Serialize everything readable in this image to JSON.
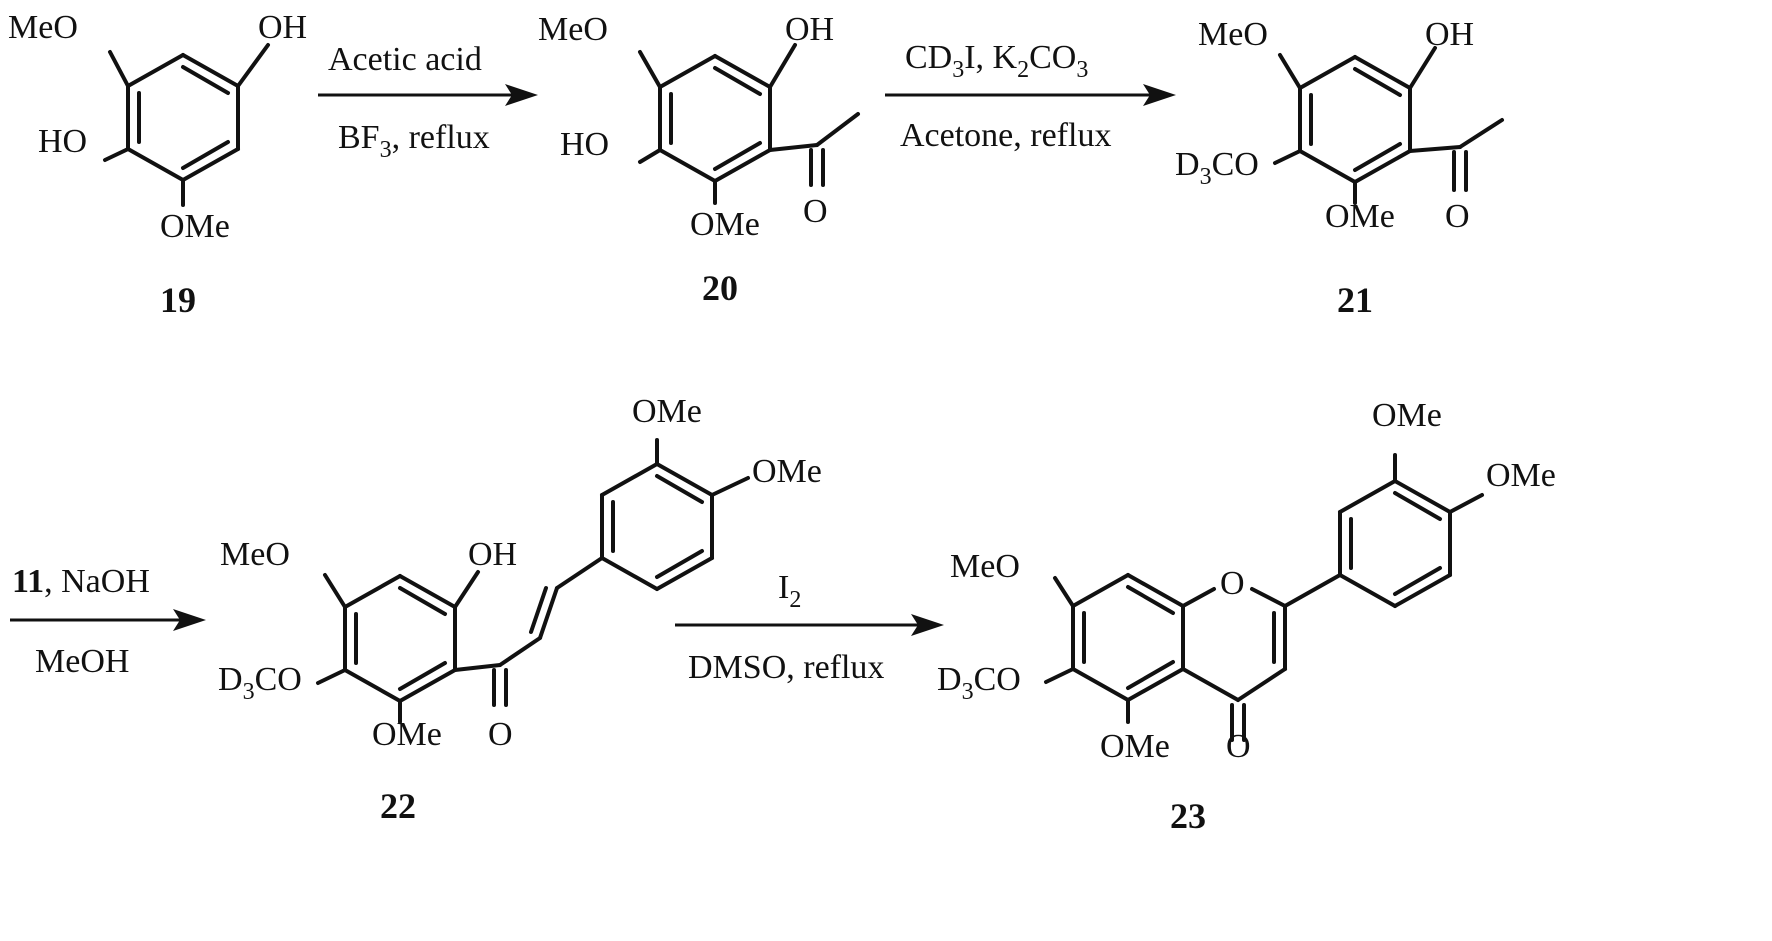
{
  "compounds": {
    "c19": {
      "number": "19",
      "labels": {
        "meo": "MeO",
        "oh": "OH",
        "ho": "HO",
        "ome": "OMe"
      }
    },
    "c20": {
      "number": "20",
      "labels": {
        "meo": "MeO",
        "oh": "OH",
        "ho": "HO",
        "ome": "OMe",
        "o": "O"
      }
    },
    "c21": {
      "number": "21",
      "labels": {
        "meo": "MeO",
        "oh": "OH",
        "d3co_d": "D",
        "d3co_sub": "3",
        "d3co_co": "CO",
        "ome": "OMe",
        "o": "O"
      }
    },
    "c22": {
      "number": "22",
      "labels": {
        "meo": "MeO",
        "oh": "OH",
        "d3co_d": "D",
        "d3co_sub": "3",
        "d3co_co": "CO",
        "ome": "OMe",
        "o": "O",
        "ome_a": "OMe",
        "ome_b": "OMe"
      }
    },
    "c23": {
      "number": "23",
      "labels": {
        "meo": "MeO",
        "ring_o": "O",
        "d3co_d": "D",
        "d3co_sub": "3",
        "d3co_co": "CO",
        "ome": "OMe",
        "o": "O",
        "ome_a": "OMe",
        "ome_b": "OMe"
      }
    }
  },
  "reactions": {
    "r1": {
      "above": "Acetic acid",
      "below_main": "BF",
      "below_sub": "3",
      "below_rest": ", reflux"
    },
    "r2": {
      "above_cd": "CD",
      "above_cd_sub": "3",
      "above_i": "I, K",
      "above_k_sub": "2",
      "above_co": "CO",
      "above_co_sub": "3",
      "below": "Acetone, reflux"
    },
    "r3": {
      "above_bold": "11",
      "above_rest": ", NaOH",
      "below": "MeOH"
    },
    "r4": {
      "above_main": "I",
      "above_sub": "2",
      "below": "DMSO, reflux"
    }
  }
}
